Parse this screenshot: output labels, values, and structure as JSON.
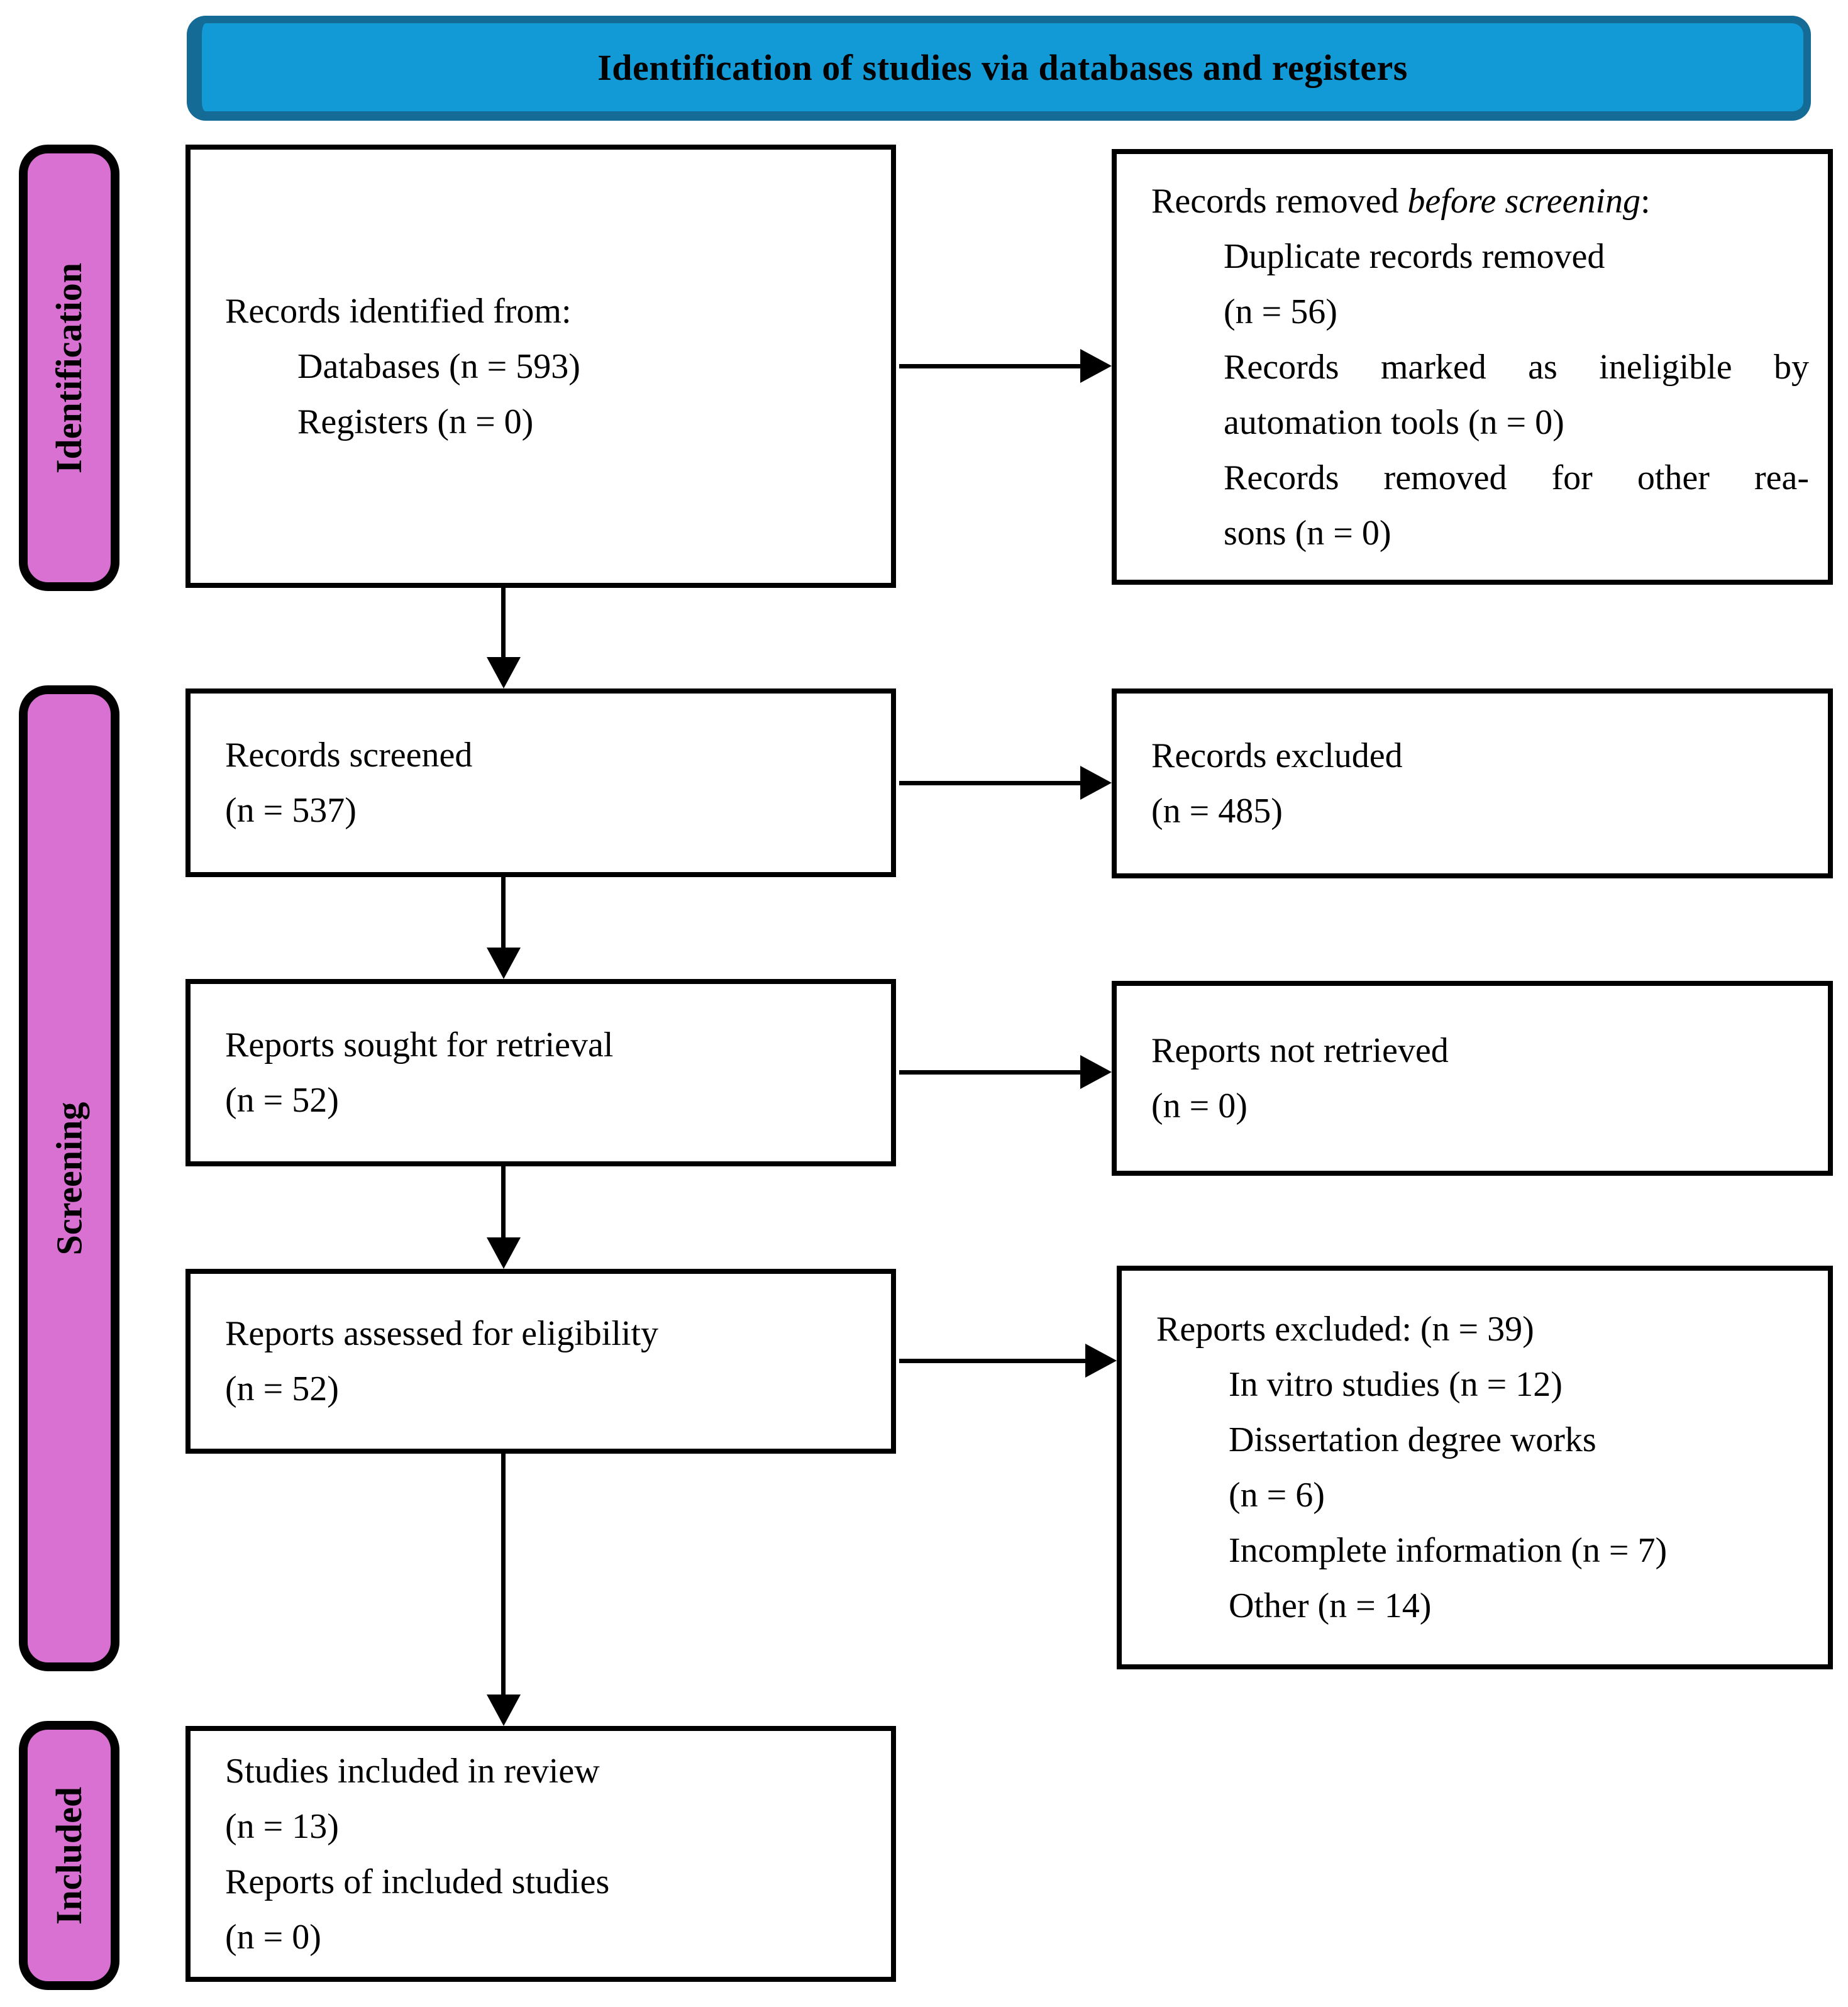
{
  "banner": {
    "title": "Identification of studies via databases and registers"
  },
  "stages": [
    {
      "label": "Identification"
    },
    {
      "label": "Screening"
    },
    {
      "label": "Included"
    }
  ],
  "boxes": {
    "identified": {
      "line1": "Records identified from:",
      "line2": "Databases (n = 593)",
      "line3": "Registers (n = 0)"
    },
    "removed": {
      "line1_prefix": "Records removed ",
      "line1_italic": "before screening",
      "line1_suffix": ":",
      "item1_line1": "Duplicate records removed",
      "item1_line2": "(n = 56)",
      "item2_line1": "Records marked as ineligible by",
      "item2_line2": "automation tools (n = 0)",
      "item3_line1": "Records removed for other rea-",
      "item3_line2": "sons (n = 0)"
    },
    "screened": {
      "line1": "Records screened",
      "line2": "(n = 537)"
    },
    "records_excluded": {
      "line1": "Records excluded",
      "line2": "(n = 485)"
    },
    "sought": {
      "line1": "Reports sought for retrieval",
      "line2": "(n = 52)"
    },
    "not_retrieved": {
      "line1": "Reports not retrieved",
      "line2": "(n = 0)"
    },
    "assessed": {
      "line1": "Reports assessed for eligibility",
      "line2": "(n = 52)"
    },
    "reports_excluded": {
      "line1": "Reports excluded: (n = 39)",
      "item1": "In vitro studies (n = 12)",
      "item2_line1": "Dissertation degree works",
      "item2_line2": "(n = 6)",
      "item3": "Incomplete information (n = 7)",
      "item4": "Other (n = 14)"
    },
    "included": {
      "line1": "Studies included in review",
      "line2": "(n = 13)",
      "line3": "Reports of included studies",
      "line4": "(n = 0)"
    }
  },
  "colors": {
    "banner_fill": "#129AD6",
    "banner_border": "#136B96",
    "stage_fill": "#D971D3",
    "box_border": "#000000",
    "arrow": "#000000"
  }
}
